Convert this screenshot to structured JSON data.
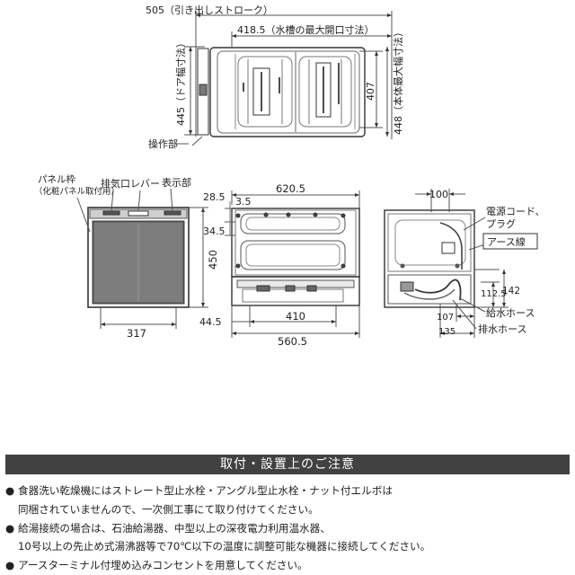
{
  "top_view": {
    "dim_stroke": "505（引き出しストローク）",
    "dim_tank_opening": "418.5（水槽の最大開口寸法）",
    "dim_door_width": "445（ドア幅寸法）",
    "dim_407": "407",
    "dim_body_max_width": "448（本体最大幅寸法）",
    "operation_label": "操作部"
  },
  "front_view": {
    "panel_frame": "パネル枠",
    "panel_frame_note": "（化粧パネル取付用）",
    "exhaust": "排気口",
    "lever": "レバー",
    "display": "表示部",
    "height": "450",
    "width": "317"
  },
  "side_view": {
    "overall_depth": "620.5",
    "d_28_5": "28.5",
    "d_3_5": "3.5",
    "d_34_5": "34.5",
    "d_44_5": "44.5",
    "d_410": "410",
    "d_560_5": "560.5"
  },
  "rear_view": {
    "d_100": "100",
    "power_cord": "電源コード、",
    "plug": "プラグ",
    "earth_wire": "アース線",
    "d_112_5": "112.5",
    "d_142": "142",
    "d_107": "107",
    "d_135": "135",
    "supply_hose": "給水ホース",
    "drain_hose": "排水ホース"
  },
  "notice": {
    "title": "取付・設置上のご注意",
    "bullet": "●",
    "note1_line1": "食器洗い乾燥機にはストレート型止水栓・アングル型止水栓・ナット付エルボは",
    "note1_line2": "同梱されていませんので、一次側工事にて取り付けてください。",
    "note2_line1": "給湯接続の場合は、石油給湯器、中型以上の深夜電力利用温水器、",
    "note2_line2": "10号以上の先止め式湯沸器等で70℃以下の温度に調整可能な機器に接続してください。",
    "note3": "アースターミナル付埋め込みコンセントを用意してください。"
  }
}
